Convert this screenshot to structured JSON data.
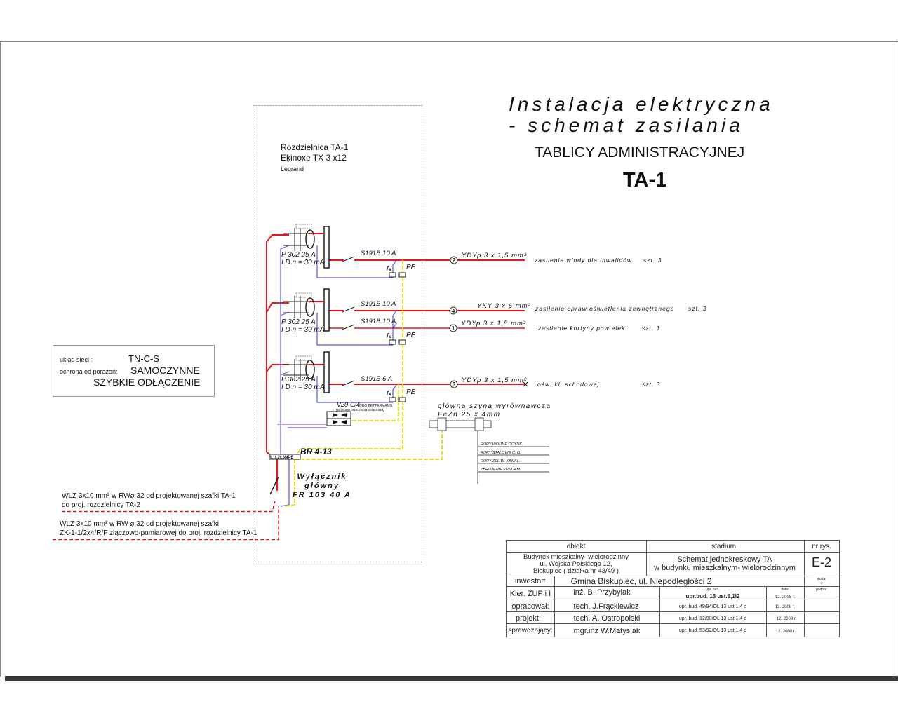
{
  "title": {
    "line1": "Instalacja elektryczna",
    "line2": "- schemat zasilania",
    "line3": "TABLICY ADMINISTRACYJNEJ",
    "line4": "TA-1"
  },
  "board": {
    "name": "Rozdzielnica TA-1",
    "model": "Ekinoxe TX 3 x12",
    "maker": "Legrand"
  },
  "network": {
    "system_label": "układ sieci :",
    "system_value": "TN-C-S",
    "protection_label": "ochrona od porażeń:",
    "protection_value1": "SAMOCZYNNE",
    "protection_value2": "SZYBKIE ODŁĄCZENIE"
  },
  "rcd": {
    "type": "P 302   25 A",
    "idn": "I D n = 30 mA"
  },
  "circuits": [
    {
      "breaker": "S191B 10 A",
      "number": "2",
      "cable": "YDYp  3 x 1,5 mm²",
      "description": "zasilenie windy dla inwalidów",
      "qty": "szt. 3"
    },
    {
      "breaker": "S191B 10 A",
      "number": "4",
      "cable": "YKY 3 x 6 mm²",
      "description": "zasilenie opraw oświetlenia zewnętrznego",
      "qty": "szt. 3"
    },
    {
      "breaker": "S191B 10 A",
      "number": "1",
      "cable": "YDYp  3 x 1,5 mm²",
      "description": "zasilenie kurtyny pow.elek.",
      "qty": "szt. 1"
    },
    {
      "breaker": "S191B 6 A",
      "number": "3",
      "cable": "YDYp  3 x 1,5 mm²",
      "description": "ośw. kl. schodowej",
      "qty": "szt. 3"
    }
  ],
  "labels": {
    "n": "N",
    "pe": "PE",
    "terminal": "L1L2L3NPE",
    "br": "BR 4-13"
  },
  "surge": {
    "name": "V20-C/4",
    "maker": "OBO BETTERMANN",
    "note": "(ochrona przeciwprzepięciowa)"
  },
  "main_switch": {
    "line1": "Wyłącznik",
    "line2": "główny",
    "line3": "FR 103 40 A"
  },
  "equipotential": {
    "title": "główna szyna wyrównawcza",
    "spec": "FeZn 25 x 4mm",
    "items": [
      "RURY WODNE OCYNK.",
      "RURY STALOWE C. O.",
      "RURY ŻELIW. KANAL.",
      "ZBROJENIE FUNDAM."
    ]
  },
  "feeds": [
    {
      "line1": "WLZ  3x10 mm² w  RW⌀   32 od  projektowanej szafki   TA-1",
      "line2": "do proj. rozdzielnicy TA-2"
    },
    {
      "line1": "WLZ  3x10 mm² w RW  ⌀ 32 od  projektowanej szafki",
      "line2": "ZK-1-1/2x4/R/F  złączowo-pomiarowej  do proj. rozdzielnicy TA-1"
    }
  ],
  "titleblock": {
    "obiekt_h": "obiekt",
    "stadium_h": "stadium:",
    "nr_h": "nr  rys.",
    "obiekt1": "Budynek mieszkalny- wielorodzinny",
    "obiekt2": "ul. Wojska Polskiego 12,",
    "obiekt3": "Biskupiec  ( działka nr 43/49 )",
    "stadium1": "Schemat  jednokreskowy TA",
    "stadium2": "w  budynku mieszkalnym- wielorodzinnym",
    "nr": "E-2",
    "inwestor_l": "inwestor:",
    "inwestor": "Gmina Biskupiec, ul. Niepodległości 2",
    "skala_l": "skala:",
    "skala": "-/-",
    "upr_h": "upr.  bud.",
    "data_h": "data:",
    "podpis_h": "podpis:",
    "rows": [
      {
        "role": "Kier. ZUP i I",
        "name": "inż.  B. Przybylak",
        "upr": "upr.bud.    13 ust.1,1i2",
        "date": "12. 2008 r."
      },
      {
        "role": "opracował:",
        "name": "tech. J.Frąckiewicz",
        "upr": "upr. bud. 49/94/OL  13 ust.1.4 d",
        "date": "12. 2008 r."
      },
      {
        "role": "projekt:",
        "name": "tech.  A. Ostropolski",
        "upr": "upr. bud. 12/90/OL  13 ust.1.4 d",
        "date": "12. 2008 r."
      },
      {
        "role": "sprawdzający:",
        "name": "mgr.inż W.Matysiak",
        "upr": "upr. bud. 53/92/OL  13 ust.1.4 d",
        "date": "12. 2008 r."
      }
    ]
  },
  "colors": {
    "phase": "#e8161b",
    "neutral": "#5a5ae6",
    "pe": "#e8e020",
    "frame": "#333333"
  }
}
